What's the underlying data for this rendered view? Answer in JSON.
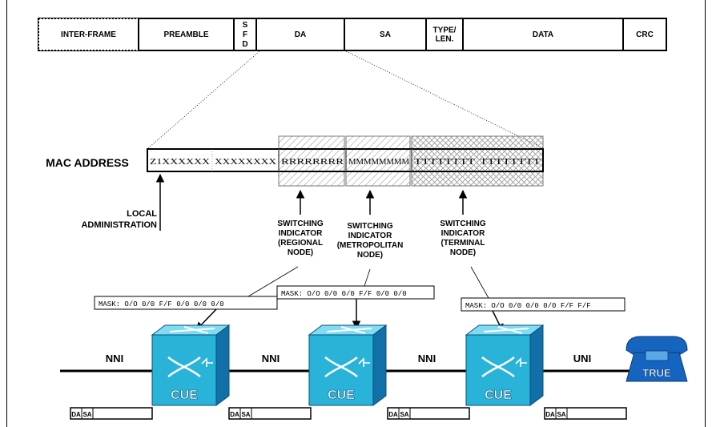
{
  "frame_fields": [
    "INTER-FRAME",
    "PREAMBLE",
    "S\nF\nD",
    "DA",
    "SA",
    "TYPE/\nLEN.",
    "DATA",
    "CRC"
  ],
  "mac": {
    "label": "MAC ADDRESS",
    "segments": [
      "Z1XXXXXX",
      "XXXXXXXX",
      "RRRRRRRR",
      "MMMMMMMM",
      "TTTTTTTT",
      "TTTTTTTT"
    ]
  },
  "local_admin_label": "LOCAL\nADMINISTRATION",
  "indicators": [
    "SWITCHING\nINDICATOR\n(REGIONAL\nNODE)",
    "SWITCHING\nINDICATOR\n(METROPOLITAN\nNODE)",
    "SWITCHING\nINDICATOR\n(TERMINAL\nNODE)"
  ],
  "masks": [
    "MASK: O/O 0/0 F/F 0/0 0/0 0/0",
    "MASK: O/O 0/0 0/0 F/F 0/0 0/0",
    "MASK: O/O 0/0 0/0 0/0 F/F F/F"
  ],
  "links": [
    "NNI",
    "NNI",
    "NNI",
    "UNI"
  ],
  "switch_label": "CUE",
  "phone_label": "TRUE",
  "mini_frame": [
    "DA",
    "SA"
  ],
  "colors": {
    "cube_face": "#29b3d8",
    "cube_top": "#7fdcf2",
    "cube_side": "#1170a8",
    "phone": "#1565c0",
    "phone_light": "#5aa9e6"
  }
}
